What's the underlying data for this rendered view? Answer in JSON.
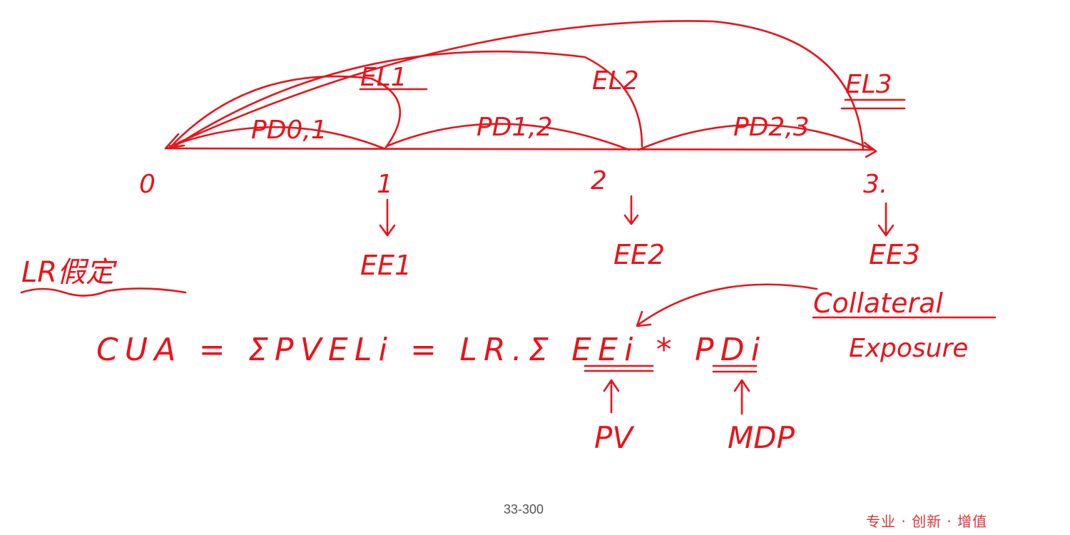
{
  "timeline": {
    "points": [
      "0",
      "1",
      "2",
      "3."
    ],
    "pd_labels": [
      "PD0,1",
      "PD1,2",
      "PD2,3"
    ],
    "el_labels": [
      "EL1",
      "EL2",
      "EL3"
    ],
    "ee_labels": [
      "EE1",
      "EE2",
      "EE3"
    ]
  },
  "note": "LR假定",
  "formula": {
    "text": "CUA = ΣPVELi = LR.Σ EEi * PDi",
    "pv_label": "PV",
    "mdp_label": "MDP",
    "collateral_label": "Collateral",
    "exposure_label": "Exposure"
  },
  "footer": {
    "page_number": "33-300",
    "slogan": "专业 · 创新 · 增值"
  },
  "colors": {
    "ink": "#e8141b"
  }
}
